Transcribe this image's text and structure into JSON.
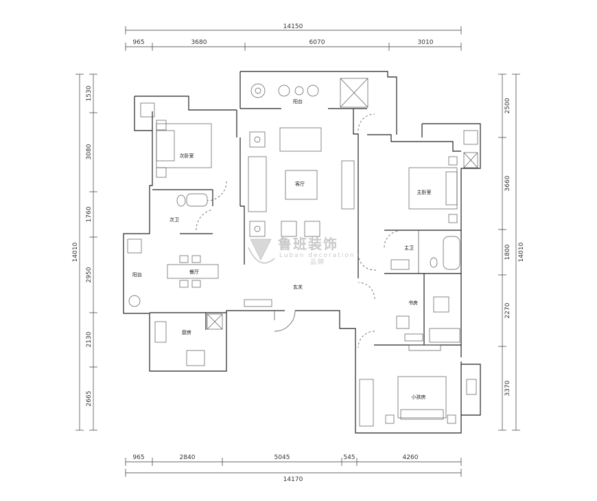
{
  "dimensions": {
    "top_total": "14150",
    "top_segments": [
      "965",
      "3680",
      "6070",
      "3010"
    ],
    "bottom_total": "14170",
    "bottom_segments": [
      "965",
      "2840",
      "5045",
      "545",
      "4260"
    ],
    "left_total": "14010",
    "left_segments": [
      "1530",
      "3080",
      "1760",
      "2950",
      "2130",
      "2665"
    ],
    "right_total": "14010",
    "right_segments": [
      "2500",
      "3660",
      "1800",
      "2270",
      "3370"
    ]
  },
  "rooms": {
    "balcony_top": "阳台",
    "second_bedroom": "次卧室",
    "living_room": "客厅",
    "master_bedroom": "主卧室",
    "second_bathroom": "次卫",
    "main_bathroom": "主卫",
    "dining_room": "餐厅",
    "balcony_left": "阳台",
    "entrance": "玄关",
    "study": "书房",
    "kitchen": "厨房",
    "small_bedroom": "小孩房"
  },
  "watermark": {
    "brand": "鲁班装饰",
    "english": "Luban decoration",
    "slogan": "品牌"
  }
}
